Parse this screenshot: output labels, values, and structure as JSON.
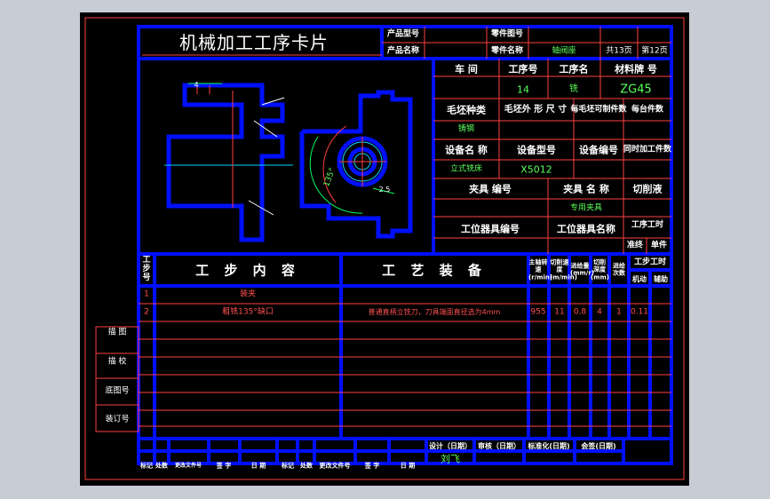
{
  "header": {
    "title": "机械加工工序卡片",
    "product_model_label": "产品型号",
    "product_name_label": "产品名称",
    "part_drawing_no_label": "零件图号",
    "part_name_label": "零件名称",
    "part_name": "轴阀座",
    "total_pages": "共13页",
    "page_no": "第12页"
  },
  "info": {
    "workshop_label": "车 间",
    "op_no_label": "工序号",
    "op_name_label": "工序名",
    "material_label": "材料牌 号",
    "op_no": "14",
    "op_name": "铣",
    "material": "ZG45",
    "blank_type_label": "毛坯种类",
    "blank_size_label": "毛坯外 形 尺 寸",
    "per_blank_label": "每毛坯可制件数",
    "per_unit_label": "每台件数",
    "blank_type": "铸钢",
    "equip_name_label": "设备名 称",
    "equip_model_label": "设备型号",
    "equip_no_label": "设备编号",
    "simul_label": "同时加工件数",
    "equip_name": "立式铣床",
    "equip_model": "X5012",
    "fixture_no_label": "夹具 编号",
    "fixture_name_label": "夹具 名 称",
    "coolant_label": "切削液",
    "fixture_name": "专用夹具",
    "station_tool_no_label": "工位器具编号",
    "station_tool_name_label": "工位器具名称",
    "op_time_label": "工序工时",
    "prep_end_label": "准终",
    "unit_label": "单件"
  },
  "drawing": {
    "dim_angle": "135°",
    "dim_small": "4",
    "dim_right": "2.5"
  },
  "steps": {
    "col_step_no": "工步号",
    "col_content": "工 步 内 容",
    "col_equipment": "工 艺 装 备",
    "col_spindle": "主轴转速(r/min)",
    "col_cut_speed": "切削速度(m/min)",
    "col_feed": "进给量(mm/r)",
    "col_depth": "切削深度(mm)",
    "col_passes": "进给次数",
    "col_time": "工步工时",
    "col_machine": "机动",
    "col_aux": "辅助",
    "rows": [
      {
        "no": "1",
        "content": "装夹",
        "equipment": "",
        "spindle": "",
        "speed": "",
        "feed": "",
        "depth": "",
        "passes": "",
        "time": ""
      },
      {
        "no": "2",
        "content": "粗铣135°缺口",
        "equipment": "普通直柄立铣刀，刀具端面直径选为4mm",
        "spindle": "955",
        "speed": "11",
        "feed": "0.8",
        "depth": "4",
        "passes": "1",
        "time": "0.11"
      }
    ]
  },
  "side": {
    "trace": "描 图",
    "check": "描 校",
    "base_no": "底图号",
    "binding_no": "装订号"
  },
  "footer": {
    "design": "设计（日期）",
    "review": "审核（日期）",
    "standard": "标准化(日期)",
    "countersign": "会签(日期)",
    "designer": "刘飞",
    "mark1": "标记",
    "place1": "处数",
    "change_doc1": "更改文件号",
    "sign1": "签 字",
    "date1": "日 期",
    "mark2": "标记",
    "place2": "处数",
    "change_doc2": "更改文件号",
    "sign2": "签 字",
    "date2": "日 期"
  }
}
